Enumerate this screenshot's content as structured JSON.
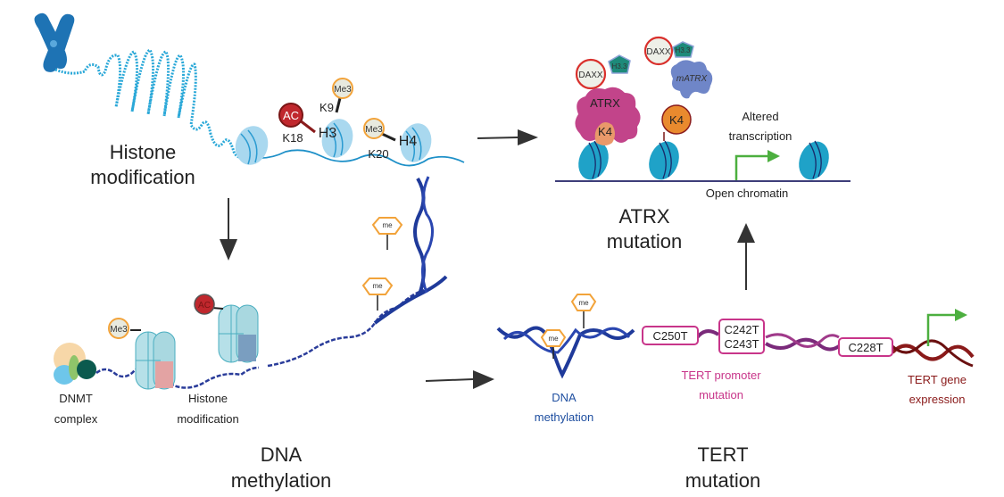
{
  "panels": {
    "histone": {
      "title_line1": "Histone",
      "title_line2": "modification",
      "marks": {
        "ac": "AC",
        "ac_site": "K18",
        "h3": "H3",
        "k9_site": "K9",
        "k9_mark": "Me3",
        "h4": "H4",
        "k20_site": "K20",
        "k20_mark": "Me3"
      }
    },
    "atrx": {
      "title_line1": "ATRX",
      "title_line2": "mutation",
      "daxx1": "DAXX",
      "h33_1": "H3.3",
      "atrx": "ATRX",
      "k4_1": "K4",
      "daxx2": "DAXX",
      "h33_2": "H3.3",
      "matrx": "mATRX",
      "k4_2": "K4",
      "altered_line1": "Altered",
      "altered_line2": "transcription",
      "open_chromatin": "Open chromatin"
    },
    "dna": {
      "title_line1": "DNA",
      "title_line2": "methylation",
      "dnmt_line1": "DNMT",
      "dnmt_line2": "complex",
      "histmod_line1": "Histone",
      "histmod_line2": "modification",
      "me3": "Me3",
      "ac": "AC",
      "me": "me"
    },
    "tert": {
      "title_line1": "TERT",
      "title_line2": "mutation",
      "me": "me",
      "dnameth_line1": "DNA",
      "dnameth_line2": "methylation",
      "c250t": "C250T",
      "c242t": "C242T",
      "c243t": "C243T",
      "c228t": "C228T",
      "promoter_line1": "TERT promoter",
      "promoter_line2": "mutation",
      "expr_line1": "TERT gene",
      "expr_line2": "expression"
    }
  },
  "colors": {
    "chromatin_blue": "#2aa8d8",
    "nucleosome_light": "#a9d8ef",
    "nucleosome_teal": "#20a8c8",
    "ac_red": "#c0272d",
    "me_orange": "#f2a33a",
    "atrx_magenta": "#c2448a",
    "k4_orange": "#e98a2e",
    "matrx_blue": "#6f86c8",
    "daxx_red": "#d9302c",
    "h33_teal": "#1d8a7a",
    "dna_blue": "#1f3a9a",
    "promoter_magenta": "#c8358a",
    "promoter_purple": "#7a2a7a",
    "expression_maroon": "#8a1a1a",
    "arrow_green": "#4caf3f",
    "arrow_dark": "#333333"
  }
}
